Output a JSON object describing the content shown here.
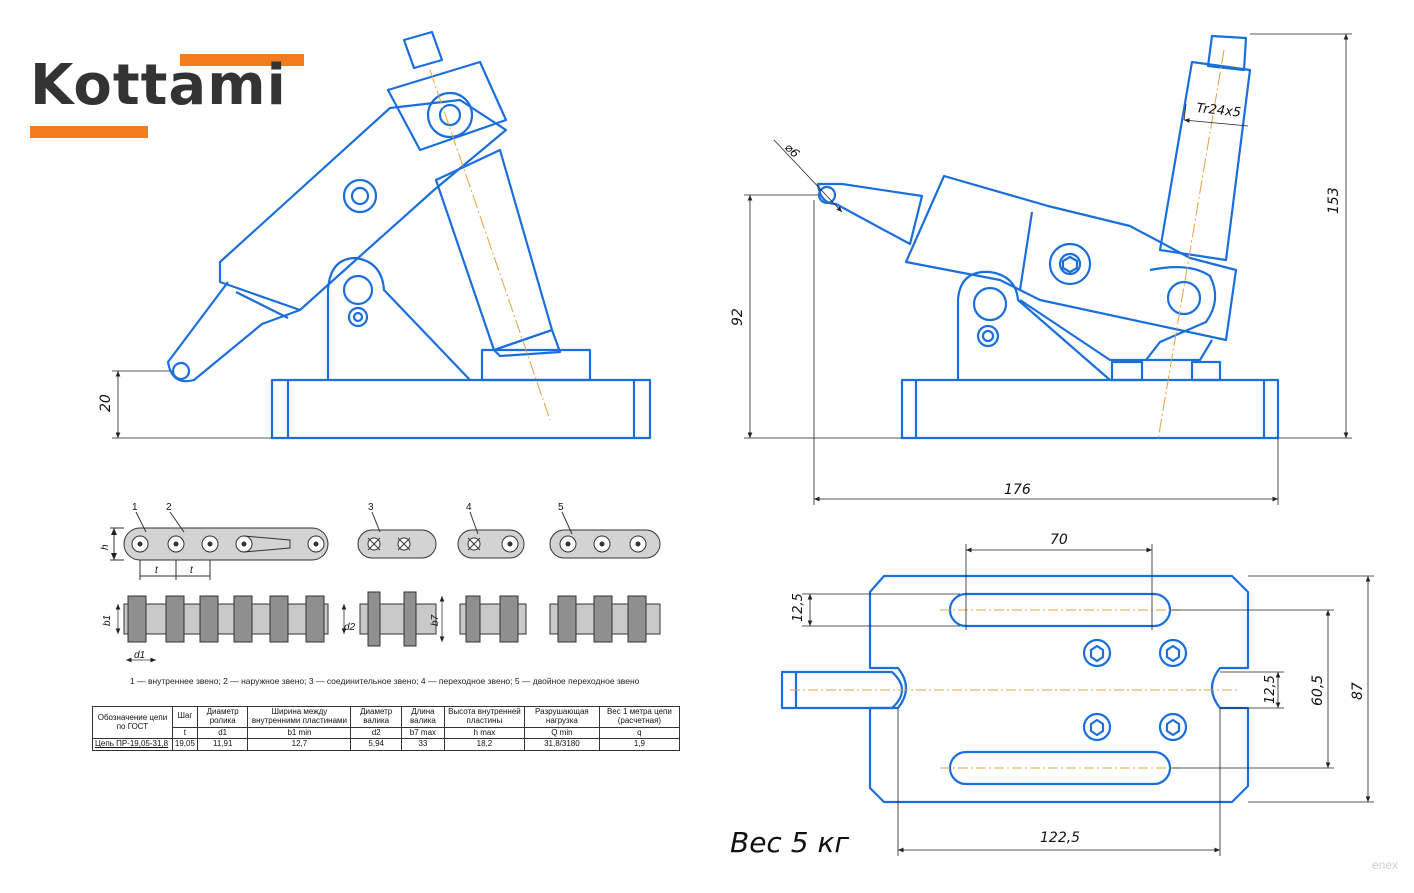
{
  "logo": {
    "text": "Kottami"
  },
  "dimensions": {
    "left_height": "20",
    "dia": "⌀6",
    "thread": "Tr24x5",
    "h153": "153",
    "h92": "92",
    "w176": "176",
    "w70": "70",
    "s125a": "12,5",
    "s125b": "12,5",
    "h605": "60,5",
    "h87": "87",
    "w1225": "122,5"
  },
  "chain": {
    "numbers": [
      "1",
      "2",
      "3",
      "4",
      "5"
    ],
    "labels": {
      "h": "h",
      "t1": "t",
      "t2": "t",
      "b1": "b1",
      "d1": "d1",
      "d2": "d2",
      "b7": "b7"
    },
    "legend": "1 — внутреннее звено; 2 — наружное звено; 3 — соединительное звено; 4 — переходное звено; 5 — двойное переходное звено"
  },
  "table": {
    "headers": [
      "Обозначение цепи по ГОСТ",
      "Шаг",
      "Диаметр ролика",
      "Ширина между внутренними пластинами",
      "Диаметр валика",
      "Длина валика",
      "Высота внутренней пластины",
      "Разрушающая нагрузка",
      "Вес 1 метра цепи (расчетная)"
    ],
    "symbols": [
      "t",
      "d1",
      "b1 min",
      "d2",
      "b7 max",
      "h max",
      "Q min",
      "q"
    ],
    "row": [
      "Цепь ПР-19,05-31,8",
      "19,05",
      "11,91",
      "12,7",
      "5,94",
      "33",
      "18,2",
      "31,8/3180",
      "1,9"
    ]
  },
  "weight": "Вес 5 кг",
  "watermark": "enex",
  "colors": {
    "line": "#1a6fdc",
    "accent": "#f07c1e",
    "center": "#e6a040",
    "dim": "#222222"
  }
}
